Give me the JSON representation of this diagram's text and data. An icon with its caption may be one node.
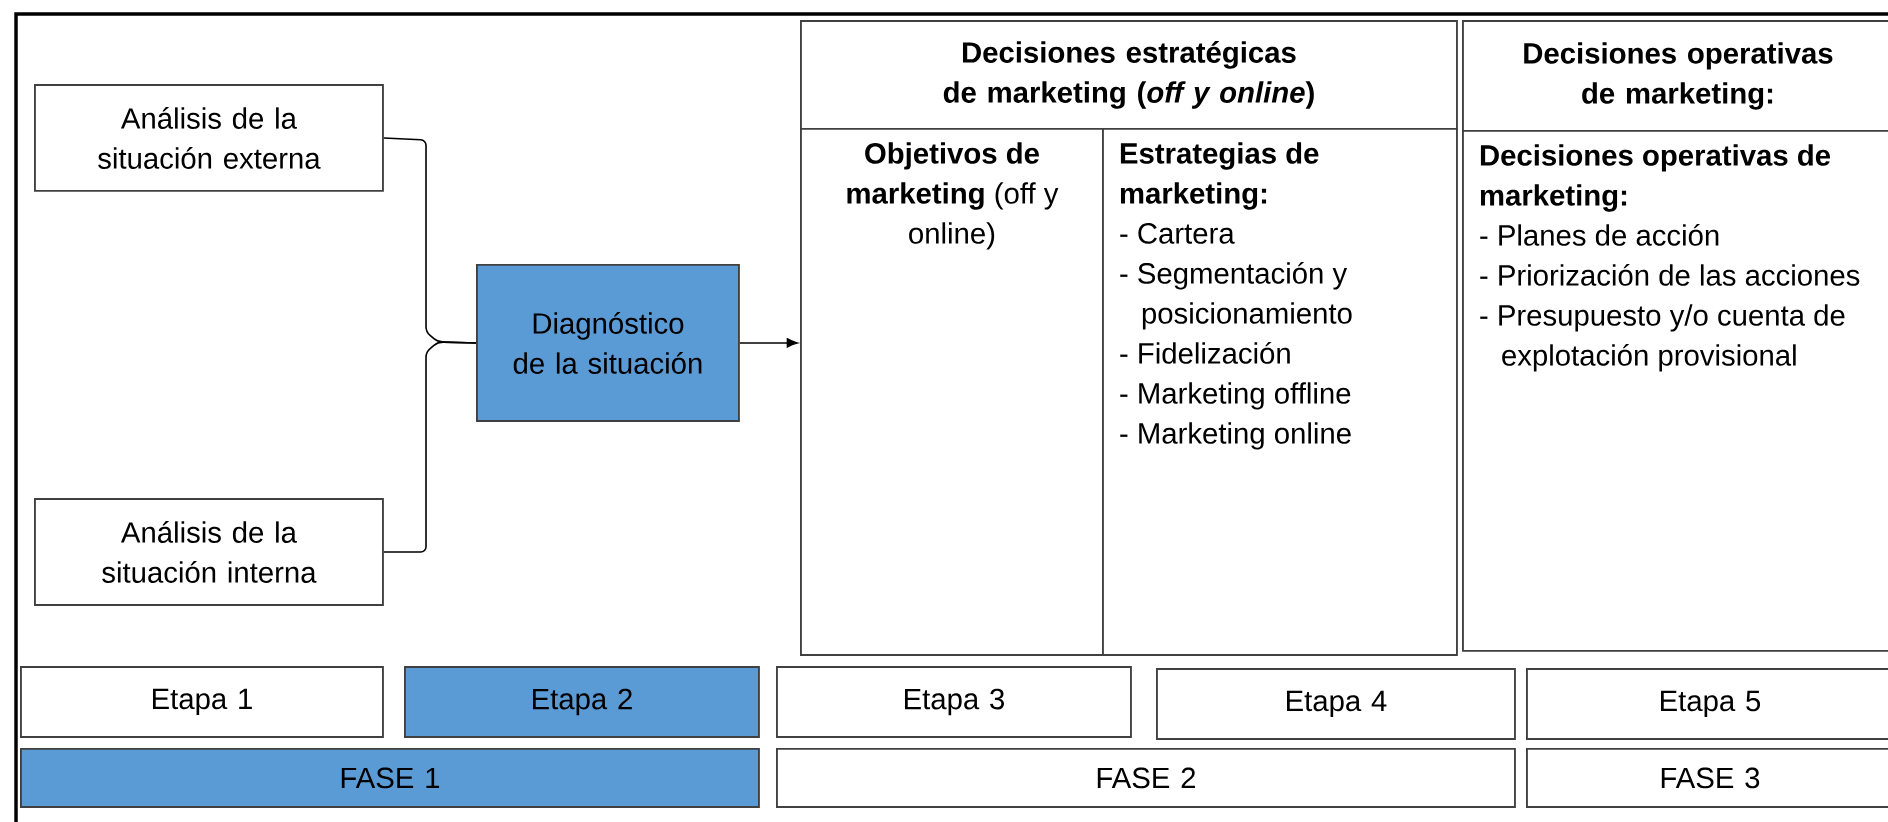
{
  "diagram": {
    "nodes": [
      {
        "text": [
          "Análisis de la situación externa"
        ]
      },
      {
        "text": [
          "Análisis de la situación interna"
        ]
      },
      {
        "text": [
          "Diagnóstico de la situación"
        ]
      },
      {
        "text": [
          "Decisiones estratégicas de marketing (*off y online*)"
        ]
      },
      {
        "text": [
          "**Objetivos de marketing** (off y online)"
        ]
      },
      {
        "text": [
          "Estrategias de marketing:",
          "- Cartera",
          "- Segmentación y posicionamiento",
          "- Fidelización",
          "- Marketing offline",
          "- Marketing online"
        ]
      },
      {
        "text": [
          "Decisiones operativas de marketing:"
        ]
      },
      {
        "text": [
          "Decisiones operativas de marketing:",
          "- Planes de acción",
          "- Priorización de las acciones",
          "- Presupuesto y/o cuenta de explotación provisional"
        ]
      },
      {
        "text": [
          "Etapa 1"
        ]
      },
      {
        "text": [
          "Etapa 2"
        ]
      },
      {
        "text": [
          "Etapa 3"
        ]
      },
      {
        "text": [
          "Etapa 4"
        ]
      },
      {
        "text": [
          "Etapa 5"
        ]
      },
      {
        "text": [
          "FASE 1"
        ]
      },
      {
        "text": [
          "FASE 2"
        ]
      },
      {
        "text": [
          "FASE 3"
        ]
      }
    ],
    "edges": [
      {
        "from": 0,
        "to": 2,
        "arrow": "none"
      },
      {
        "from": 1,
        "to": 2,
        "arrow": "none"
      },
      {
        "from": 2,
        "to": 4,
        "arrow": "to"
      }
    ]
  }
}
